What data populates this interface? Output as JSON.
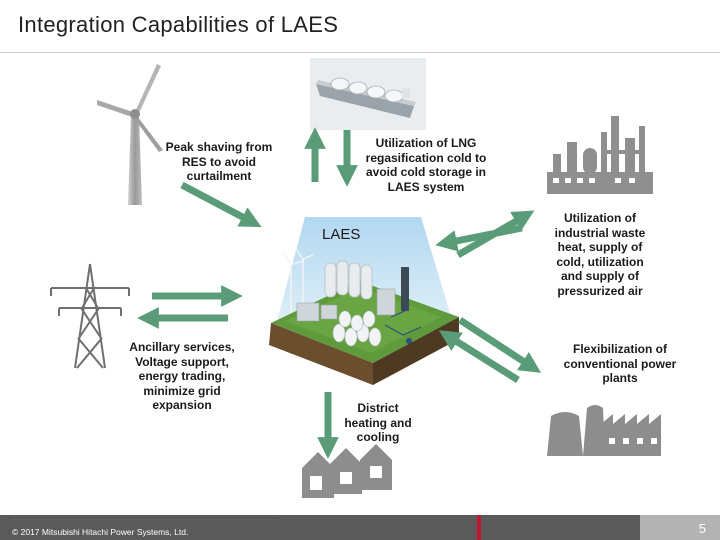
{
  "title": "Integration Capabilities of LAES",
  "center_label": "LAES",
  "labels": {
    "peak_shaving": "Peak shaving from RES to avoid curtailment",
    "lng": "Utilization of LNG regasification cold to avoid cold storage in LAES system",
    "industrial": "Utilization of industrial waste heat, supply of cold, utilization and supply of pressurized air",
    "ancillary": "Ancillary services, Voltage support, energy trading, minimize grid expansion",
    "flexibilization": "Flexibilization of conventional power plants",
    "district": "District heating and cooling"
  },
  "footer": {
    "copyright": "© 2017 Mitsubishi Hitachi Power Systems, Ltd.",
    "page_number": "5"
  },
  "colors": {
    "arrow": "#5a9c78",
    "footer_bar": "#5a5a5a",
    "footer_accent": "#c0172e",
    "page_box": "#b3b3b3",
    "icon_gray": "#8a8a8a"
  },
  "icons": [
    "wind-turbine-icon",
    "lng-ship-icon",
    "industrial-plant-icon",
    "power-pylon-icon",
    "power-plant-icon",
    "houses-icon"
  ]
}
